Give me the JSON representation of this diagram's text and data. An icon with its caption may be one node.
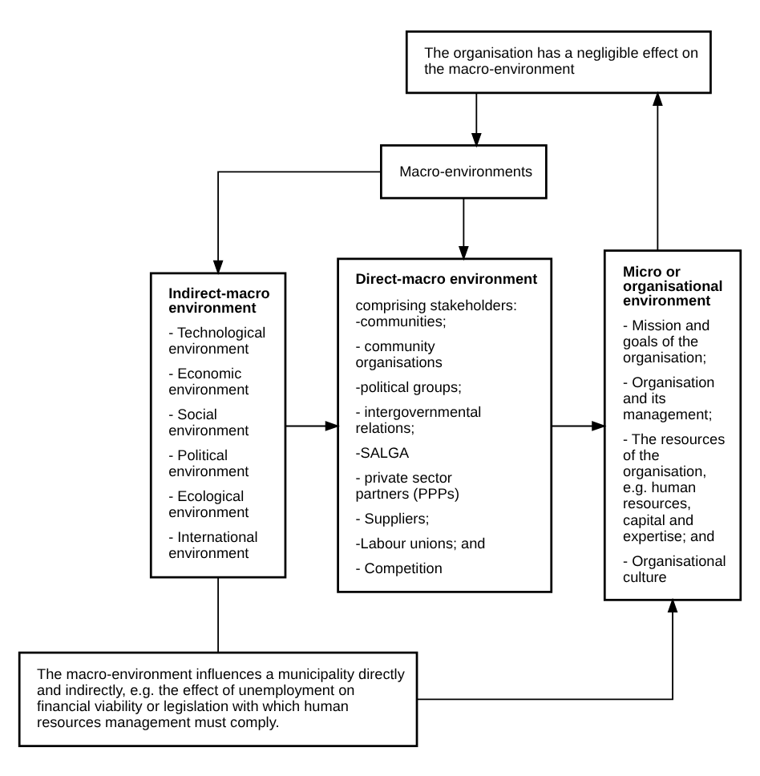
{
  "diagram": {
    "nodes": [
      {
        "text": [
          "Micro or organisational environment",
          "- Mission and goals of the organisation;",
          "- Organisation and its management;",
          "- The resources of the organisation, e.g. human resources, capital and expertise; and",
          "- Organisational culture"
        ]
      },
      {
        "text": [
          "The organisation has a negligible effect on the macro-environment"
        ]
      },
      {
        "text": [
          "Macro-environments"
        ]
      },
      {
        "text": [
          "Direct-macro environment",
          "comprising stakeholders: -communities;",
          "- community organisations",
          "-political groups;",
          "- intergovernmental relations;",
          "-SALGA",
          "- private sector partners (PPPs)",
          "- Suppliers;",
          "-Labour unions; and",
          "- Competition"
        ]
      },
      {
        "text": [
          "Indirect-macro environment",
          "- Technological environment",
          "- Economic environment",
          "- Social environment",
          "- Political environment",
          "- Ecological environment",
          "- International environment"
        ]
      },
      {
        "text": [
          "The macro-environment influences a municipality directly and indirectly, e.g. the effect of unemployment on financial viability or legislation with which human resources management must comply."
        ]
      }
    ],
    "edges": [
      {
        "from": 0,
        "to": 1,
        "arrow": "to"
      },
      {
        "from": 1,
        "to": 2,
        "arrow": "to"
      },
      {
        "from": 2,
        "to": 3,
        "arrow": "to"
      },
      {
        "from": 2,
        "to": 4,
        "arrow": "to"
      },
      {
        "from": 4,
        "to": 3,
        "arrow": "to"
      },
      {
        "from": 3,
        "to": 0,
        "arrow": "to"
      },
      {
        "from": 4,
        "to": 5,
        "arrow": "none"
      },
      {
        "from": 5,
        "to": 0,
        "arrow": "to"
      }
    ]
  }
}
